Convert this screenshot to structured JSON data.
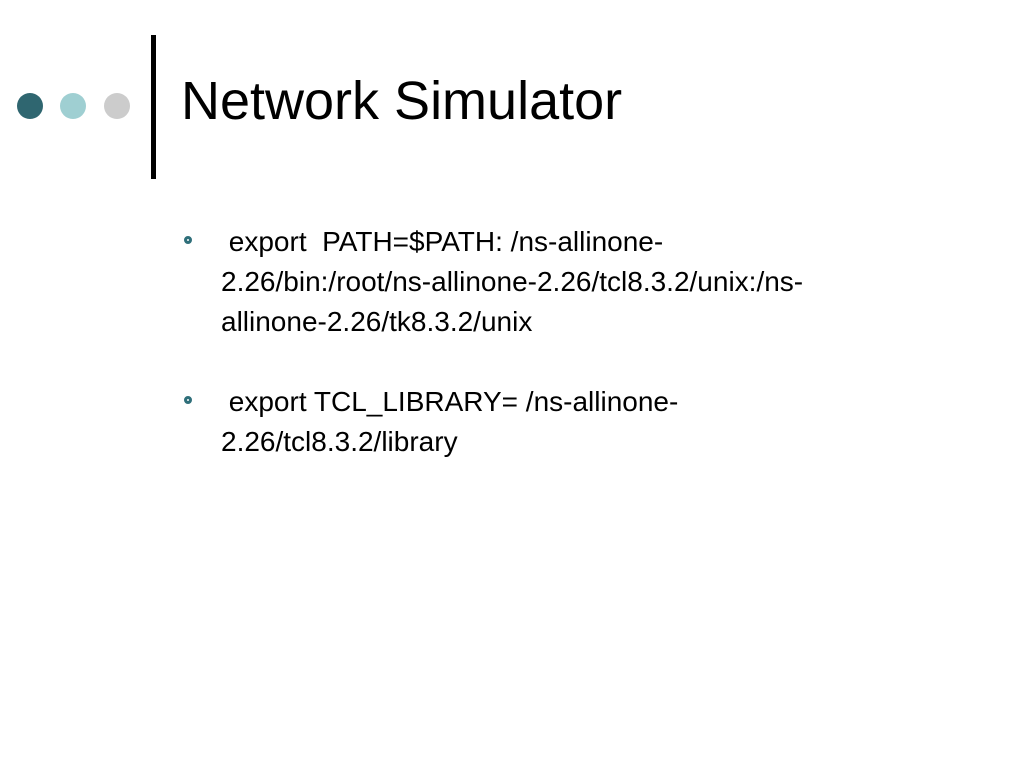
{
  "slide": {
    "title": "Network Simulator",
    "bullets": [
      {
        "line1": " export  PATH=$PATH: /ns-allinone-",
        "line2": "2.26/bin:/root/ns-allinone-2.26/tcl8.3.2/unix:/ns-",
        "line3": "allinone-2.26/tk8.3.2/unix"
      },
      {
        "line1": " export TCL_LIBRARY= /ns-allinone-",
        "line2": "2.26/tcl8.3.2/library"
      }
    ]
  },
  "colors": {
    "dot_dark": "#2f6670",
    "dot_light_teal": "#9fcfd2",
    "dot_gray": "#cccccc",
    "bullet_marker": "#2f6f7a",
    "title_rule": "#000000"
  }
}
